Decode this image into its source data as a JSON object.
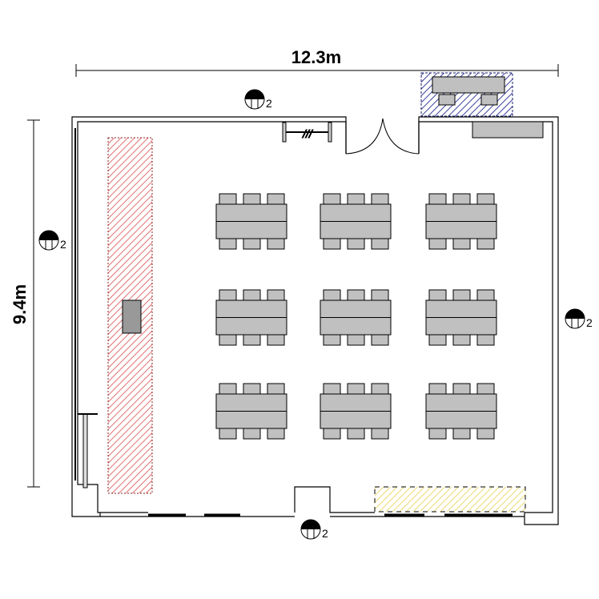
{
  "dimensions": {
    "width_label": "12.3m",
    "height_label": "9.4m"
  },
  "outlets": [
    {
      "label": "2"
    },
    {
      "label": "2"
    },
    {
      "label": "2"
    },
    {
      "label": "2"
    }
  ],
  "zones": {
    "stage_color": "#d9534f",
    "podium_color": "#3a3f9a",
    "yellow_zone_color": "#e8d96a"
  },
  "furniture": {
    "table_rows": 3,
    "table_cols": 3,
    "chairs_per_side": 3,
    "fill_color": "#c0c0c0"
  }
}
